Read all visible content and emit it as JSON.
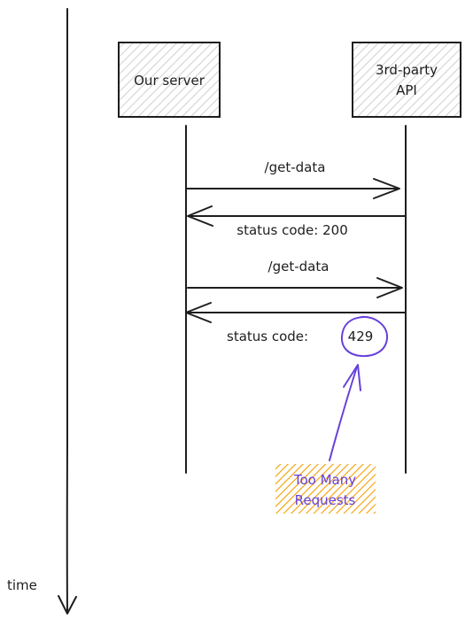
{
  "participants": [
    {
      "label": "Our server"
    },
    {
      "label_lines": [
        "3rd-party",
        "API"
      ]
    }
  ],
  "messages": [
    {
      "label": "/get-data",
      "direction": "right"
    },
    {
      "label": "status code: 200",
      "direction": "left"
    },
    {
      "label": "/get-data",
      "direction": "right"
    },
    {
      "label": "status code:",
      "direction": "left",
      "highlight": "429"
    }
  ],
  "annotation": {
    "lines": [
      "Too Many",
      "Requests"
    ],
    "text_color": "#6741d9",
    "fill_color": "#f59f00"
  },
  "time_axis": {
    "label": "time"
  },
  "colors": {
    "stroke": "#1e1e1e",
    "box_hatch": "#c8c8c8",
    "highlight": "#6741d9"
  }
}
